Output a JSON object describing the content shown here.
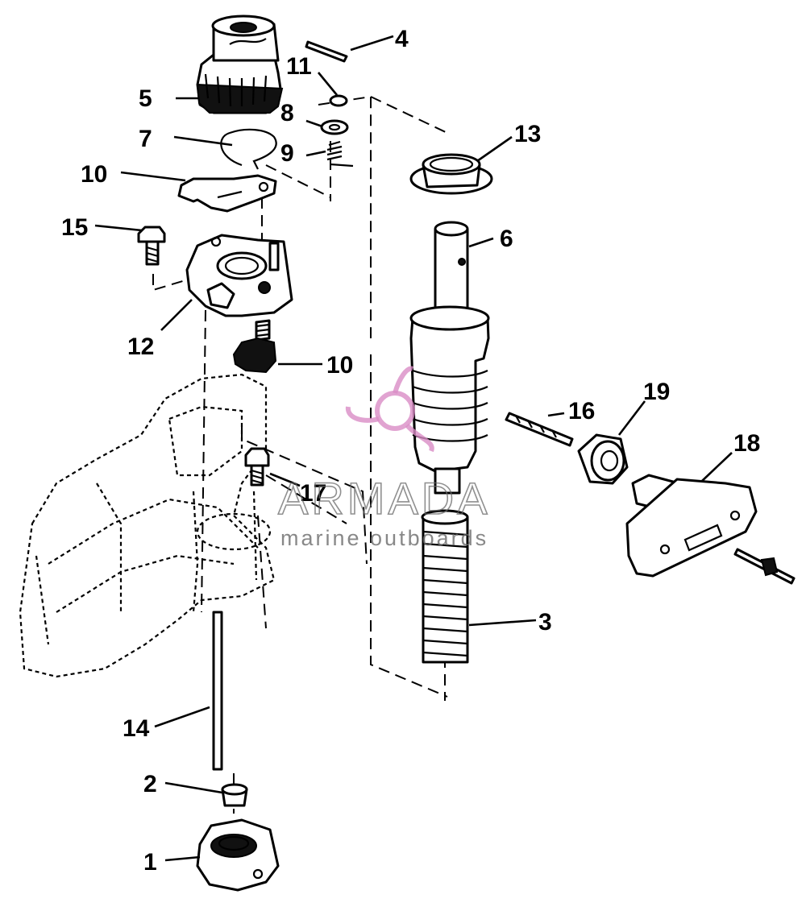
{
  "callouts": {
    "c1": "1",
    "c2": "2",
    "c3": "3",
    "c4": "4",
    "c5": "5",
    "c6": "6",
    "c7": "7",
    "c8": "8",
    "c9": "9",
    "c10a": "10",
    "c10b": "10",
    "c11": "11",
    "c12": "12",
    "c13": "13",
    "c14": "14",
    "c15": "15",
    "c16": "16",
    "c17": "17",
    "c18": "18",
    "c19": "19"
  },
  "watermark": {
    "title": "ARMADA",
    "subtitle": "marine outboards",
    "logo_color": "#d98cc6"
  }
}
